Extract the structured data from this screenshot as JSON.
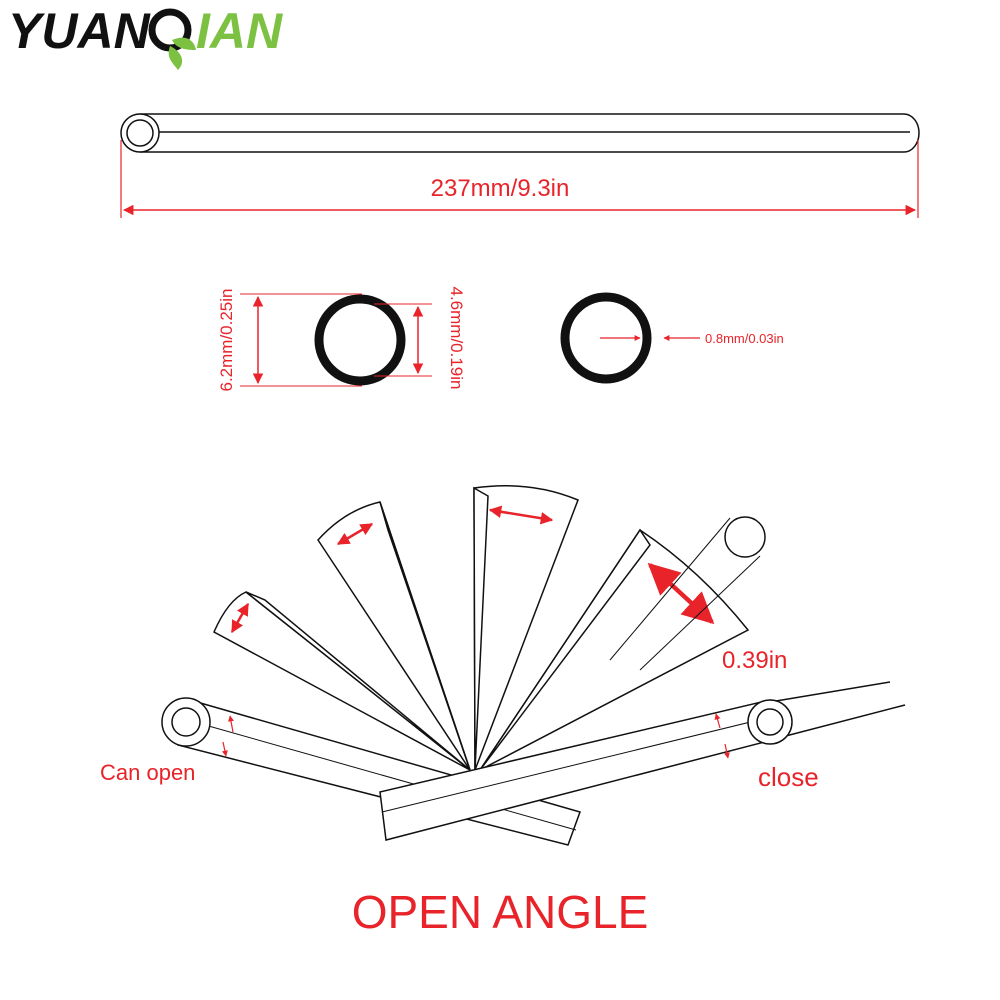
{
  "brand": {
    "logo_left": "YUAN",
    "logo_right": "IAN",
    "color_dark": "#111111",
    "color_green": "#7dc142"
  },
  "dimensions": {
    "length": "237mm/9.3in",
    "outer_diameter": "6.2mm/0.25in",
    "inner_diameter": "4.6mm/0.19in",
    "wall": "0.8mm/0.03in",
    "opening": "0.39in"
  },
  "labels": {
    "can_open": "Can open",
    "close": "close",
    "title": "OPEN ANGLE"
  },
  "colors": {
    "accent": "#e8232a",
    "line": "#111111"
  }
}
